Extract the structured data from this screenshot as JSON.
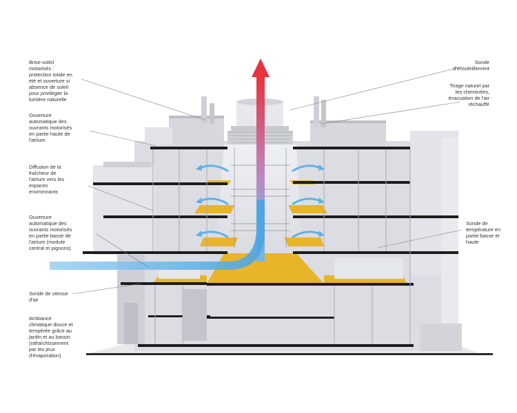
{
  "annotations": {
    "left": [
      {
        "id": "brise-soleil",
        "lines": [
          "Brise-soleil",
          "motorisés :",
          "protection totale en",
          "été et ouverture si",
          "absence de soleil",
          "pour privilégier la",
          "lumière naturelle"
        ]
      },
      {
        "id": "ouverture-haute",
        "lines": [
          "Ouverture",
          "automatique des",
          "ouvrants motorisés",
          "en partie haute de",
          "l'atrium"
        ]
      },
      {
        "id": "diffusion-fraicheur",
        "lines": [
          "Diffusion de la",
          "fraîcheur de",
          "l'atrium vers les",
          "espaces",
          "environnants"
        ]
      },
      {
        "id": "ouverture-basse",
        "lines": [
          "Ouverture",
          "automatique des",
          "ouvrants motorisés",
          "en partie basse de",
          "l'atrium (module",
          "central et pignons)"
        ]
      },
      {
        "id": "sonde-vitesse",
        "lines": [
          "Sonde de vitesse",
          "d'air"
        ]
      },
      {
        "id": "ambiance",
        "lines": [
          "Ambiance",
          "climatique douce et",
          "tempérée grâce au",
          "jardin et au bassin",
          "(rafraîchissement",
          "par les jeux",
          "d'évaporation)"
        ]
      }
    ],
    "right": [
      {
        "id": "sonde-ensoleillement",
        "lines": [
          "Sonde",
          "d'ensoleillement"
        ]
      },
      {
        "id": "tirage-naturel",
        "lines": [
          "Tirage naturel par",
          "les cheminées,",
          "évacuation de l'air",
          "réchauffé"
        ]
      },
      {
        "id": "sonde-temperature",
        "lines": [
          "Sonde de",
          "température en",
          "partie basse et",
          "haute"
        ]
      }
    ]
  },
  "colors": {
    "cold_air": "#6fb9ea",
    "warm_air": "#e8323f",
    "floor_highlight": "#e8b52a",
    "slab": "#1c1c1c",
    "building": "#d9dae0"
  }
}
